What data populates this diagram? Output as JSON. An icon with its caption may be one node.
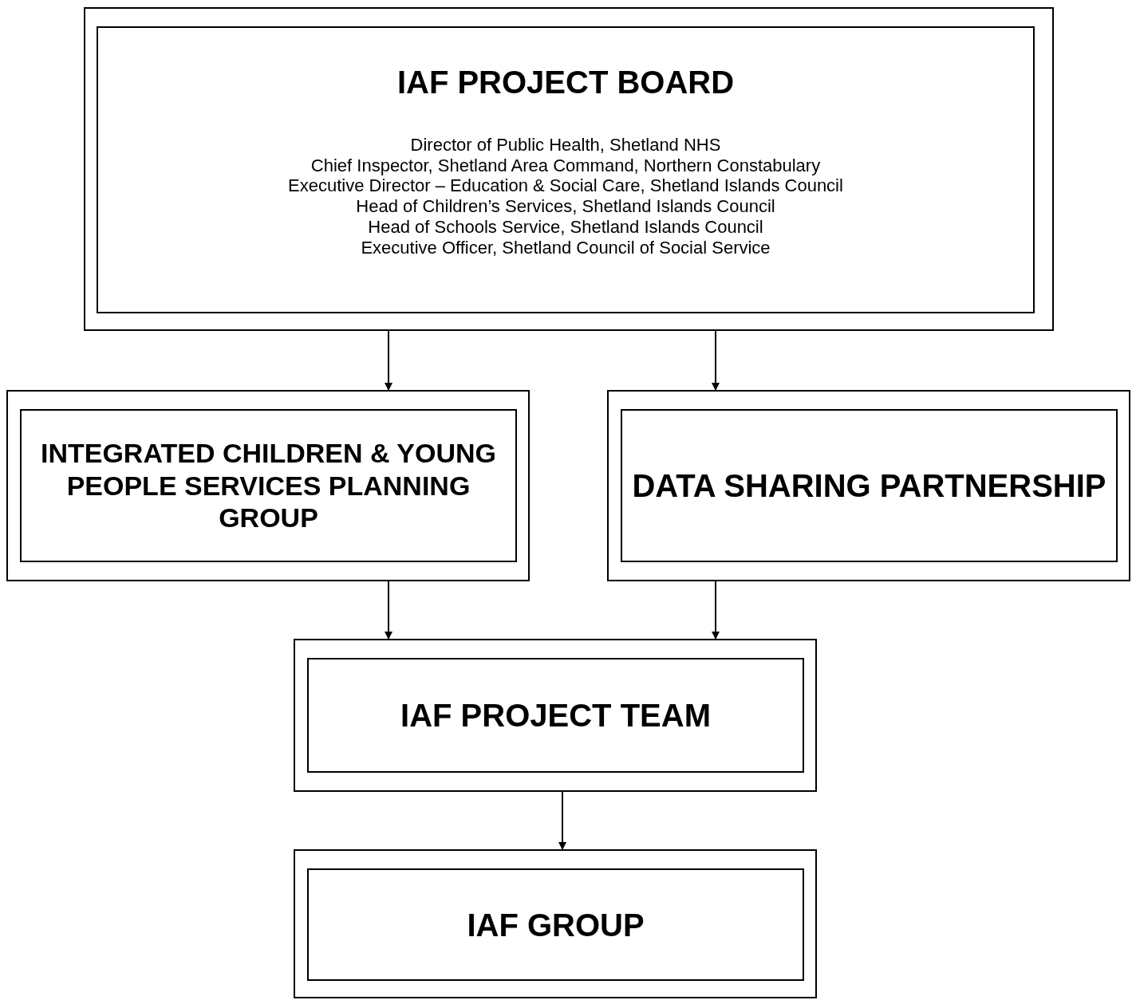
{
  "diagram": {
    "nodes": [
      {
        "text": [
          "IAF PROJECT BOARD",
          "Director of Public Health, Shetland NHS",
          "Chief Inspector, Shetland Area Command, Northern Constabulary",
          "Executive Director – Education & Social Care, Shetland Islands Council",
          "Head of Children’s Services, Shetland Islands Council",
          "Head of Schools Service, Shetland Islands Council",
          "Executive Officer, Shetland Council of Social Service"
        ]
      },
      {
        "text": [
          "INTEGRATED CHILDREN & YOUNG PEOPLE SERVICES PLANNING GROUP"
        ]
      },
      {
        "text": [
          "DATA SHARING PARTNERSHIP"
        ]
      },
      {
        "text": [
          "IAF PROJECT TEAM"
        ]
      },
      {
        "text": [
          "IAF GROUP"
        ]
      }
    ],
    "edges": [
      {
        "from": 0,
        "to": 1,
        "arrow": "to"
      },
      {
        "from": 0,
        "to": 2,
        "arrow": "to"
      },
      {
        "from": 1,
        "to": 3,
        "arrow": "to"
      },
      {
        "from": 2,
        "to": 3,
        "arrow": "to"
      },
      {
        "from": 3,
        "to": 4,
        "arrow": "to"
      }
    ]
  }
}
